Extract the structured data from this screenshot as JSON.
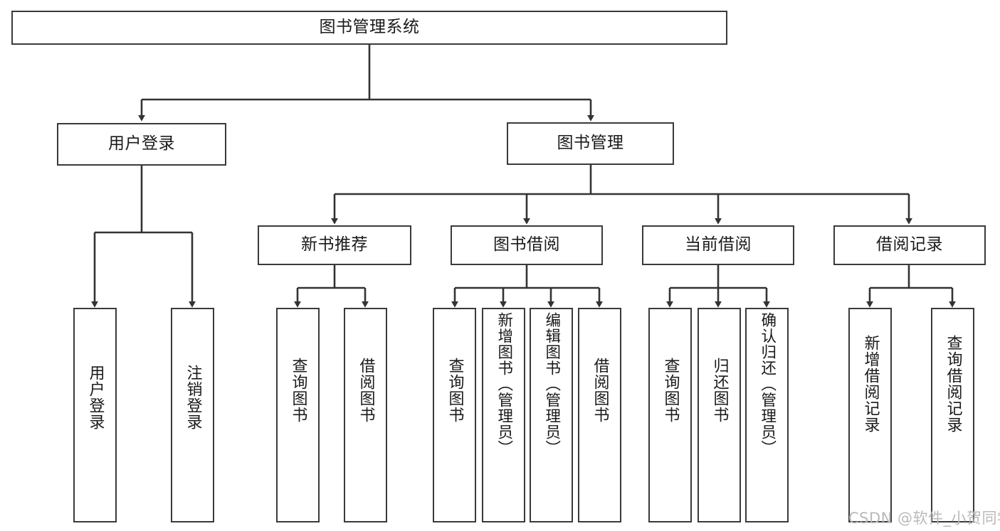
{
  "diagram": {
    "title": "图书管理系统",
    "type": "hierarchy-tree",
    "watermark": "CSDN @软件_小贺同学",
    "colors": {
      "node_border": "#3a3a3a",
      "node_fill": "#ffffff",
      "edge": "#333333",
      "text": "#1a1a1a",
      "watermark": "#b9b9b9",
      "canvas": "#ffffff"
    },
    "levels": {
      "root": {
        "label": "图书管理系统"
      },
      "level1": [
        {
          "label": "用户登录"
        },
        {
          "label": "图书管理"
        }
      ],
      "level2": [
        {
          "label": "新书推荐"
        },
        {
          "label": "图书借阅"
        },
        {
          "label": "当前借阅"
        },
        {
          "label": "借阅记录"
        }
      ],
      "level3": [
        {
          "label": "用户登录"
        },
        {
          "label": "注销登录"
        },
        {
          "label": "查询图书"
        },
        {
          "label": "借阅图书"
        },
        {
          "label": "查询图书"
        },
        {
          "label": "新增图书（管理员）"
        },
        {
          "label": "编辑图书（管理员）"
        },
        {
          "label": "借阅图书"
        },
        {
          "label": "查询图书"
        },
        {
          "label": "归还图书"
        },
        {
          "label": "确认归还（管理员）"
        },
        {
          "label": "新增借阅记录"
        },
        {
          "label": "查询借阅记录"
        }
      ]
    },
    "tree": {
      "name": "图书管理系统",
      "children": [
        {
          "name": "用户登录",
          "children": [
            {
              "name": "用户登录"
            },
            {
              "name": "注销登录"
            }
          ]
        },
        {
          "name": "图书管理",
          "children": [
            {
              "name": "新书推荐",
              "children": [
                {
                  "name": "查询图书"
                },
                {
                  "name": "借阅图书"
                }
              ]
            },
            {
              "name": "图书借阅",
              "children": [
                {
                  "name": "查询图书"
                },
                {
                  "name": "新增图书（管理员）"
                },
                {
                  "name": "编辑图书（管理员）"
                },
                {
                  "name": "借阅图书"
                }
              ]
            },
            {
              "name": "当前借阅",
              "children": [
                {
                  "name": "查询图书"
                },
                {
                  "name": "归还图书"
                },
                {
                  "name": "确认归还（管理员）"
                }
              ]
            },
            {
              "name": "借阅记录",
              "children": [
                {
                  "name": "新增借阅记录"
                },
                {
                  "name": "查询借阅记录"
                }
              ]
            }
          ]
        }
      ]
    }
  }
}
